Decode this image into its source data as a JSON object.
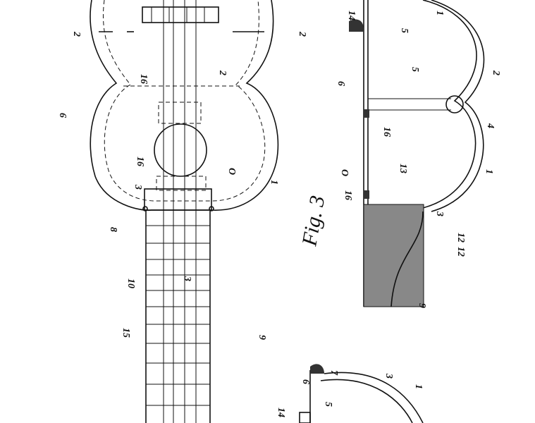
{
  "figure_title": "Fig. 3",
  "labels": {
    "top_view": [
      "2",
      "2",
      "16",
      "2",
      "6",
      "16",
      "O",
      "1",
      "3",
      "8",
      "10",
      "3",
      "15",
      "9"
    ],
    "section_view": [
      "14",
      "5",
      "1",
      "6",
      "5",
      "2",
      "4",
      "16",
      "O",
      "13",
      "16",
      "1",
      "3",
      "12",
      "12",
      "9"
    ],
    "bottom_view": [
      "7",
      "6",
      "3",
      "1",
      "5",
      "14"
    ]
  }
}
